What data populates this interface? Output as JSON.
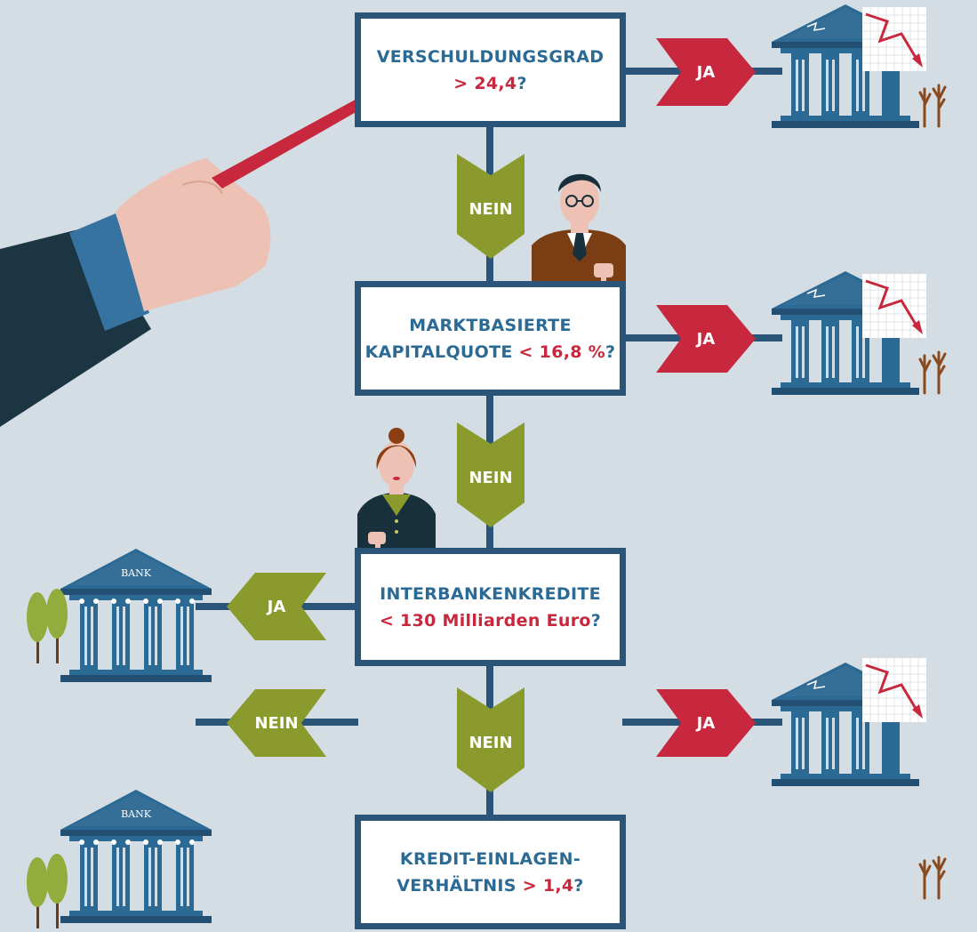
{
  "questions": [
    {
      "line1": "VERSCHULDUNGSGRAD",
      "line2_pre": "",
      "line2_hl": "> 24,4",
      "line2_post": "?"
    },
    {
      "line1": "MARKTBASIERTE",
      "line2_pre": "KAPITALQUOTE ",
      "line2_hl": "< 16,8 %",
      "line2_post": "?"
    },
    {
      "line1": "INTERBANKENKREDITE",
      "line2_pre": "",
      "line2_hl": "< 130 Milliarden Euro",
      "line2_post": "?"
    },
    {
      "line1": "KREDIT-EINLAGEN-",
      "line2_pre": "VERHÄLTNIS ",
      "line2_hl": "> 1,4",
      "line2_post": "?"
    }
  ],
  "labels": {
    "yes": "JA",
    "no": "NEIN"
  },
  "bank": {
    "sign": "BANK"
  },
  "colors": {
    "background": "#d3dde3",
    "box_border": "#2a5579",
    "question_text": "#2b6a94",
    "highlight": "#c8283e",
    "yes_failure": "#c8283e",
    "green_arrow": "#8a9a2c",
    "bank_blue": "#2b6a94"
  }
}
